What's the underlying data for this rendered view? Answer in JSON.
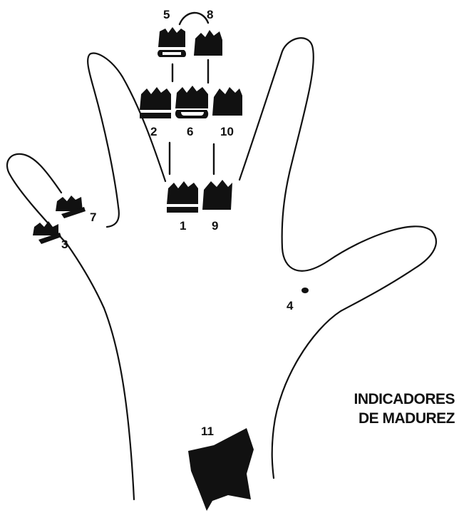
{
  "caption": {
    "line1": "INDICADORES",
    "line2": "DE MADUREZ"
  },
  "labels": {
    "l1": "1",
    "l2": "2",
    "l3": "3",
    "l4": "4",
    "l5": "5",
    "l6": "6",
    "l7": "7",
    "l8": "8",
    "l9": "9",
    "l10": "10",
    "l11": "11"
  },
  "colors": {
    "ink": "#111111",
    "background": "#ffffff"
  }
}
